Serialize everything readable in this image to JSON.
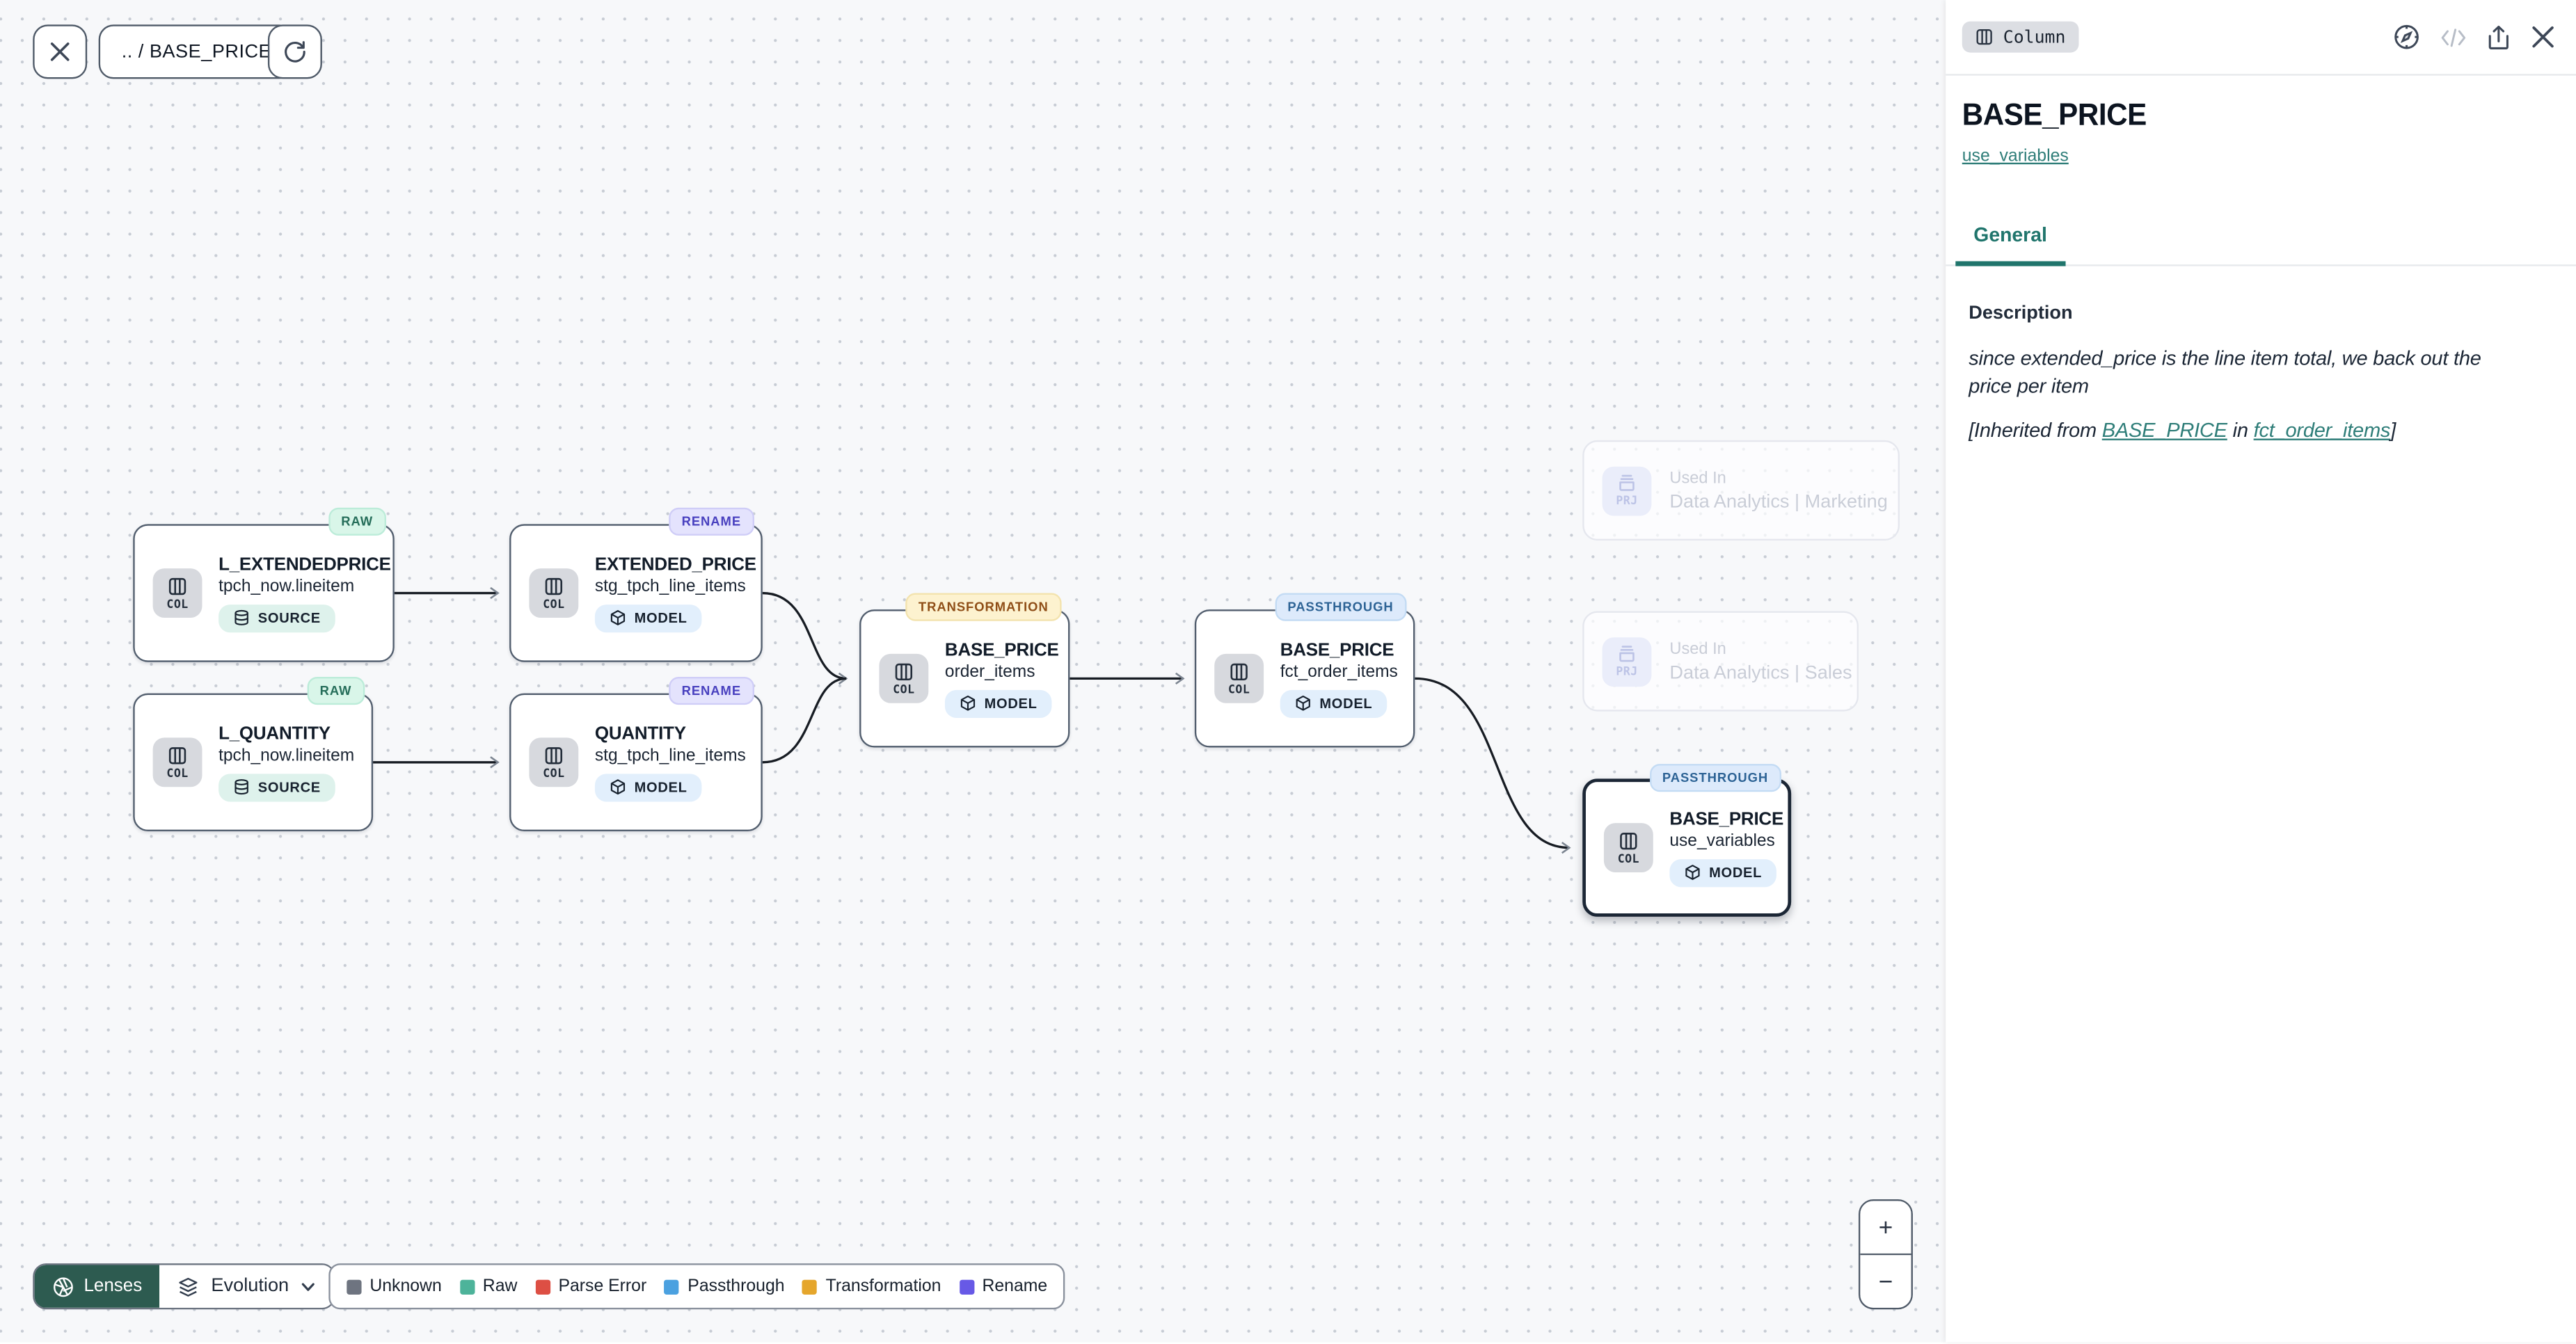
{
  "toolbar": {
    "breadcrumb": ".. / BASE_PRICE",
    "close_icon": "close-icon",
    "refresh_icon": "refresh-icon"
  },
  "canvas": {
    "nodes": [
      {
        "chip": "COL",
        "badge": "RAW",
        "title": "L_EXTENDEDPRICE",
        "subtitle": "tpch_now.lineitem",
        "kind": "SOURCE",
        "kind_icon": "database-icon"
      },
      {
        "chip": "COL",
        "badge": "RENAME",
        "title": "EXTENDED_PRICE",
        "subtitle": "stg_tpch_line_items",
        "kind": "MODEL",
        "kind_icon": "cube-icon"
      },
      {
        "chip": "COL",
        "badge": "RAW",
        "title": "L_QUANTITY",
        "subtitle": "tpch_now.lineitem",
        "kind": "SOURCE",
        "kind_icon": "database-icon"
      },
      {
        "chip": "COL",
        "badge": "RENAME",
        "title": "QUANTITY",
        "subtitle": "stg_tpch_line_items",
        "kind": "MODEL",
        "kind_icon": "cube-icon"
      },
      {
        "chip": "COL",
        "badge": "TRANSFORMATION",
        "title": "BASE_PRICE",
        "subtitle": "order_items",
        "kind": "MODEL",
        "kind_icon": "cube-icon"
      },
      {
        "chip": "COL",
        "badge": "PASSTHROUGH",
        "title": "BASE_PRICE",
        "subtitle": "fct_order_items",
        "kind": "MODEL",
        "kind_icon": "cube-icon"
      },
      {
        "chip": "COL",
        "badge": "PASSTHROUGH",
        "title": "BASE_PRICE",
        "subtitle": "use_variables",
        "kind": "MODEL",
        "kind_icon": "cube-icon",
        "selected": true
      }
    ],
    "ghost_nodes": [
      {
        "chip": "PRJ",
        "label": "Used In",
        "name": "Data Analytics | Marketing"
      },
      {
        "chip": "PRJ",
        "label": "Used In",
        "name": "Data Analytics | Sales"
      }
    ],
    "edges": [
      {
        "from": "tpch_now.lineitem.L_EXTENDEDPRICE",
        "to": "stg_tpch_line_items.EXTENDED_PRICE"
      },
      {
        "from": "tpch_now.lineitem.L_QUANTITY",
        "to": "stg_tpch_line_items.QUANTITY"
      },
      {
        "from": "stg_tpch_line_items.EXTENDED_PRICE",
        "to": "order_items.BASE_PRICE"
      },
      {
        "from": "stg_tpch_line_items.QUANTITY",
        "to": "order_items.BASE_PRICE"
      },
      {
        "from": "order_items.BASE_PRICE",
        "to": "fct_order_items.BASE_PRICE"
      },
      {
        "from": "fct_order_items.BASE_PRICE",
        "to": "use_variables.BASE_PRICE"
      }
    ]
  },
  "lenses": {
    "label": "Lenses",
    "mode": "Evolution",
    "lenses_icon": "aperture-icon",
    "mode_icon": "layers-icon",
    "chevron_icon": "chevron-down-icon"
  },
  "legend": {
    "items": [
      {
        "label": "Unknown",
        "color": "#6e7480"
      },
      {
        "label": "Raw",
        "color": "#4db39a"
      },
      {
        "label": "Parse Error",
        "color": "#dd4f44"
      },
      {
        "label": "Passthrough",
        "color": "#4ba1e0"
      },
      {
        "label": "Transformation",
        "color": "#e5a62c"
      },
      {
        "label": "Rename",
        "color": "#6759e6"
      }
    ]
  },
  "zoom_controls": {
    "zoom_in": "+",
    "zoom_out": "−"
  },
  "panel": {
    "type_badge": "Column",
    "title": "BASE_PRICE",
    "subtitle_link": "use_variables",
    "actions": [
      "compass-icon",
      "code-icon",
      "share-icon",
      "close-icon"
    ],
    "tabs": [
      {
        "label": "General",
        "active": true
      }
    ],
    "description": {
      "heading": "Description",
      "body": "since extended_price is the line item total, we back out the price per item",
      "inherited_prefix": "[Inherited from ",
      "inherited_link1": "BASE_PRICE",
      "inherited_middle": " in ",
      "inherited_link2": "fct_order_items",
      "inherited_suffix": "]"
    },
    "accent_color": "#20756c",
    "link_color": "#2e7d78"
  }
}
